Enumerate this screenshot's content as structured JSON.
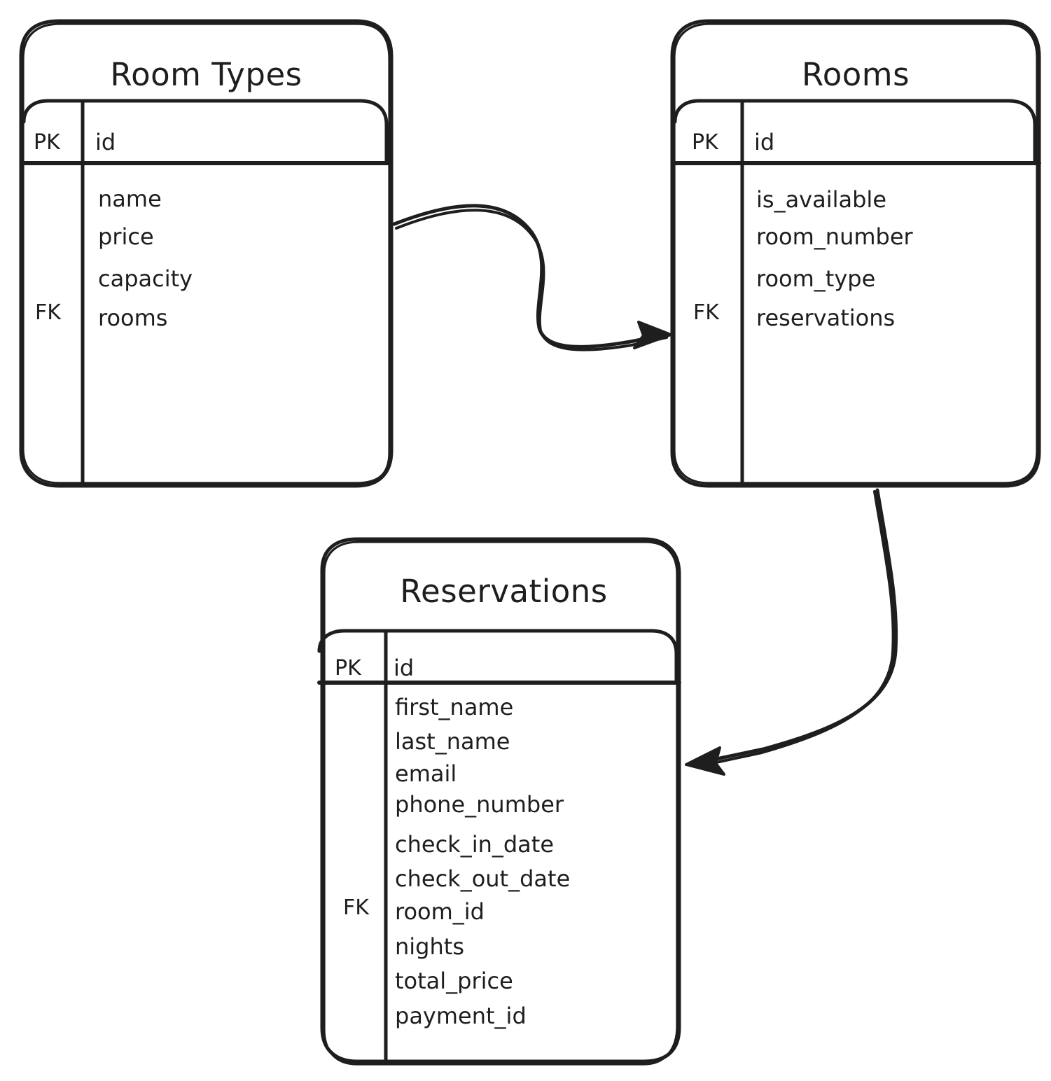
{
  "diagram": {
    "title_style": "hand-drawn",
    "stroke_color": "#1e1e1e",
    "background_color": "#ffffff",
    "entities": [
      {
        "name": "Room Types",
        "key_header": "PK",
        "key_field": "id",
        "key_fk_label": "FK",
        "fields": [
          "name",
          "price",
          "capacity",
          "rooms"
        ]
      },
      {
        "name": "Rooms",
        "key_header": "PK",
        "key_field": "id",
        "key_fk_label": "FK",
        "fields": [
          "is_available",
          "room_number",
          "room_type",
          "reservations"
        ]
      },
      {
        "name": "Reservations",
        "key_header": "PK",
        "key_field": "id",
        "key_fk_label": "FK",
        "fields": [
          "first_name",
          "last_name",
          "email",
          "phone_number",
          "check_in_date",
          "check_out_date",
          "room_id",
          "nights",
          "total_price",
          "payment_id"
        ]
      }
    ],
    "relationships": [
      {
        "from": "Room Types",
        "to": "Rooms",
        "arrow": "arrow-right"
      },
      {
        "from": "Rooms",
        "to": "Reservations",
        "arrow": "arrow-left"
      }
    ]
  }
}
